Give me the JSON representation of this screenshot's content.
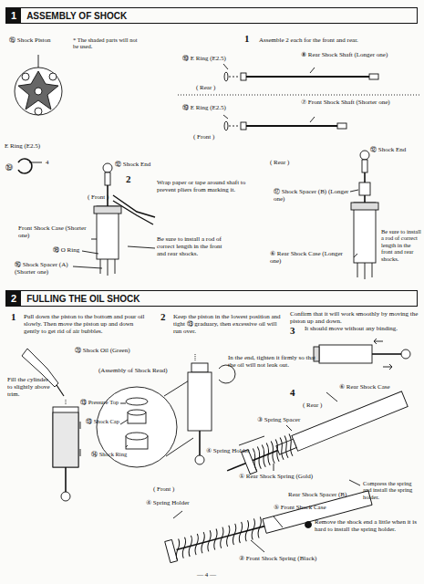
{
  "diagram": {
    "nodes": [
      {
        "text": [
          "1",
          "ASSEMBLY OF SHOCK"
        ]
      },
      {
        "text": [
          "2",
          "FULLING THE OIL SHOCK"
        ]
      }
    ],
    "labels": [
      "⑮ Shock Piston",
      "* The shaded parts will not be used.",
      "1",
      "Assemble 2 each for the front and rear.",
      "⑲ E Ring (E2.5)",
      "⑧ Rear Shock Shaft (Longer one)",
      "( Rear )",
      "⑲ E Ring (E2.5)",
      "⑦ Front Shock Shaft (Shorter one)",
      "( Front )",
      "E Ring (E2.5)",
      "⑲",
      "4",
      "2",
      "⑫ Shock End",
      "Wrap paper or tape around shaft to prevent pliers from marking it.",
      "( Front )",
      "Front Shock Case (Shorter one)",
      "⑱ O Ring",
      "⑯ Shock Spacer (A) (Shorter one)",
      "Be sure to install a rod of correct length in the front and rear shocks.",
      "( Rear )",
      "⑫ Shock End",
      "⑰ Shock Spacer (B) (Longer one)",
      "⑥ Rear Shock Case (Longer one)",
      "Be sure to install a rod of correct length in the front and rear shocks.",
      "1",
      "Pull down the piston to the bottom and pour oil slowly. Then move the piston up and down gently to get rid of air bubbles.",
      "2",
      "Keep the piston in the lowest position and tight ⑬ graduary, then excessive oil will run over.",
      "3",
      "Confirm that it will work smoothly by moving the piston up and down.",
      "It should move without any binding.",
      "⑳ Shock Oil (Green)",
      "Fill the cylinder to slightly above trim.",
      "(Assembly of Shock Read)",
      "In the end, tighten it firmly so that the oil will not leak out.",
      "⑬ Pressure Top",
      "⑬ Shock Cap",
      "⑭ Shock Ring",
      "4",
      "⑥ Rear Shock Case",
      "( Rear )",
      "③ Spring Spacer",
      "④ Spring Holder",
      "① Rear Shock Spring (Gold)",
      "Rear Shock Spacer (B)",
      "Compress the spring and install the spring holder.",
      "⑤ Front Shock Case",
      "( Front )",
      "④ Spring Holder",
      "Remove the shock end a little when it is hard to install the spring holder.",
      "② Front Shock Spring (Black)",
      "— 4 —"
    ]
  }
}
